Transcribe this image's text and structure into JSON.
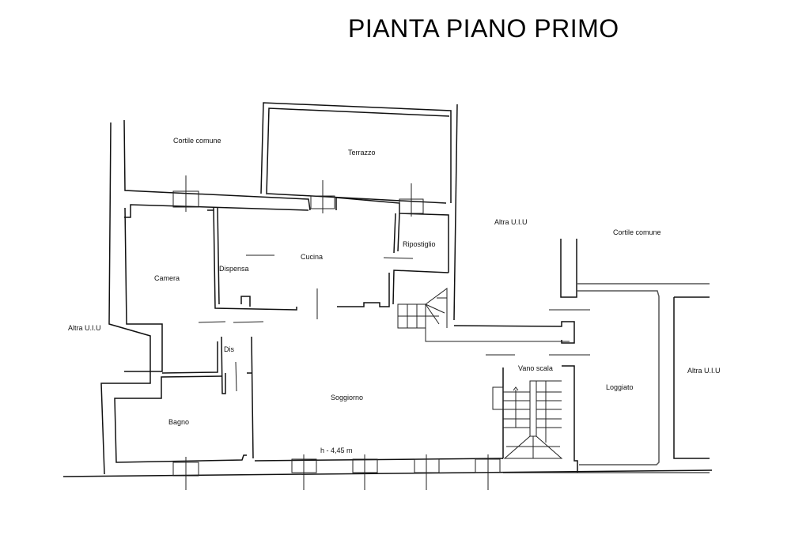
{
  "title": "PIANTA PIANO PRIMO",
  "rooms": {
    "cortile_comune_1": "Cortile comune",
    "terrazzo": "Terrazzo",
    "camera": "Camera",
    "dispensa": "Dispensa",
    "cucina": "Cucina",
    "ripostiglio": "Ripostiglio",
    "altra_uiu_left": "Altra U.I.U",
    "altra_uiu_top": "Altra U.I.U",
    "cortile_comune_2": "Cortile comune",
    "dis": "Dis",
    "bagno": "Bagno",
    "soggiorno": "Soggiorno",
    "vano_scala": "Vano scala",
    "loggiato": "Loggiato",
    "altra_uiu_right": "Altra U.I.U"
  },
  "annotations": {
    "height": "h - 4,45 m"
  }
}
